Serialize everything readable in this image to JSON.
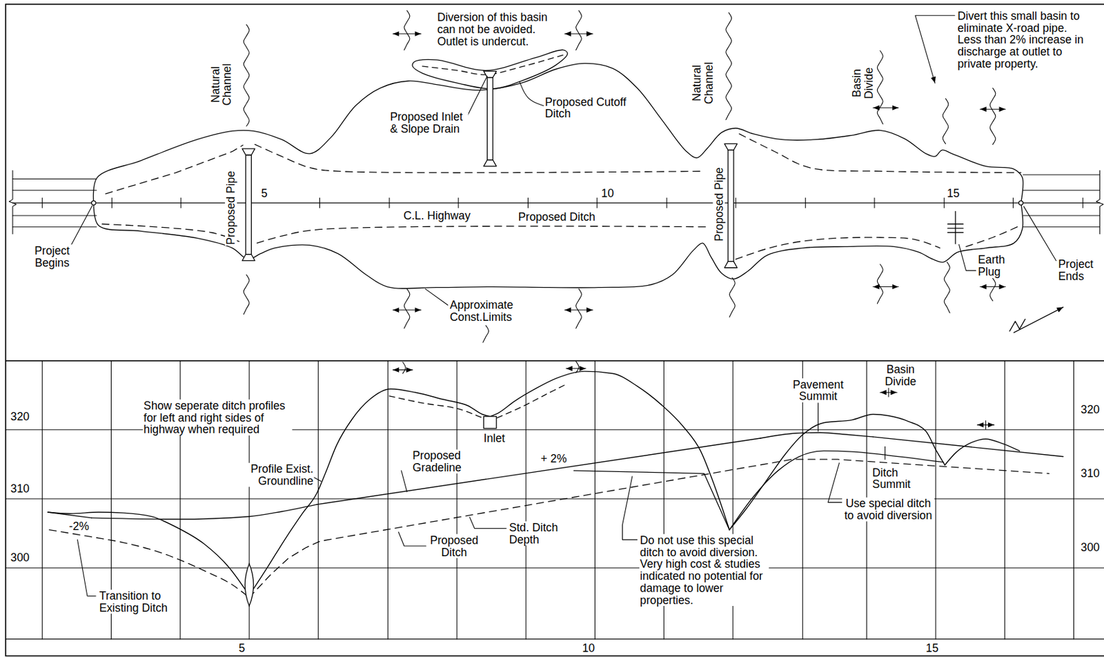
{
  "diagram": {
    "labels": [
      "Diversion of this basin can not be avoided. Outlet is undercut.",
      "Natural Channel",
      "Proposed Inlet & Slope Drain",
      "Proposed Cutoff Ditch",
      "Natural Channel",
      "Basin Divide",
      "Divert this small basin to eliminate X-road pipe. Less than 2% increase in discharge at outlet to private property.",
      "Proposed Pipe",
      "5",
      "C.L. Highway",
      "Proposed Ditch",
      "10",
      "Proposed Pipe",
      "15",
      "Project Begins",
      "Earth Plug",
      "Project Ends",
      "Approximate Const.Limits",
      "320",
      "310",
      "300",
      "320",
      "310",
      "300",
      "-2%",
      "Show seperate ditch profiles for left and right sides of highway when required",
      "Profile Exist. Groundline",
      "Inlet",
      "Proposed Gradeline",
      "+ 2%",
      "Std. Ditch Depth",
      "Proposed Ditch",
      "Transition to Existing Ditch",
      "Do not use this special ditch to avoid diversion. Very high cost & studies indicated no potential for damage to lower properties.",
      "Pavement Summit",
      "Basin Divide",
      "Ditch Summit",
      "Use special ditch to avoid diversion",
      "5",
      "10",
      "15"
    ]
  }
}
